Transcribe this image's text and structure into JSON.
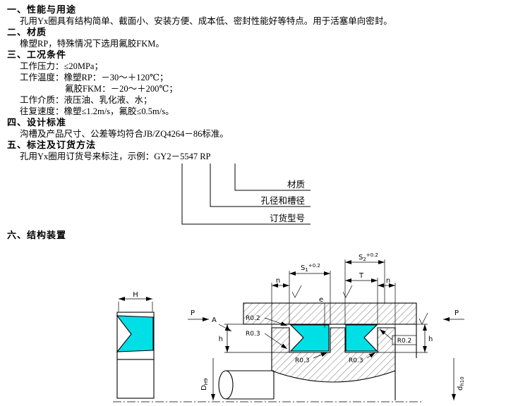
{
  "doc": {
    "s1": {
      "heading": "一、性能与用途",
      "body": "孔用Yx圈具有结构简单、截面小、安装方便、成本低、密封性能好等特点。用于活塞单向密封。"
    },
    "s2": {
      "heading": "二、材质",
      "body": "橡塑RP，特殊情况下选用氟胶FKM。"
    },
    "s3": {
      "heading": "三、工况条件",
      "line1": "工作压力：≤20MPa；",
      "line2": "工作温度：橡塑RP：－30～＋120℃；",
      "line3": "氟胶FKM：－20～＋200℃；",
      "line4": "工作介质：液压油、乳化液、水；",
      "line5": "往复速度：橡塑≤1.2m/s，氟胶≤0.5m/s。"
    },
    "s4": {
      "heading": "四、设计标准",
      "body": "沟槽及产品尺寸、公差等均符合JB/ZQ4264－86标准。"
    },
    "s5": {
      "heading": "五、标注及订货方法",
      "body": "孔用Yx圈用订货号来标注，示例：GY2－5547 RP",
      "callout1": "材质",
      "callout2": "孔径和槽径",
      "callout3": "订货型号"
    },
    "s6": {
      "heading": "六、结构装置"
    }
  },
  "diagram": {
    "seal_color": "#00dfe6",
    "H": "H",
    "S": "S",
    "S1_sub": "1",
    "S2_sub": "2",
    "tol": "+0.2",
    "T": "T",
    "n": "n",
    "e": "e",
    "h": "h",
    "A": "A",
    "P": "P",
    "R02": "R0.2",
    "R03": "R0.3",
    "D": "D",
    "D_tol": "H9",
    "d": "d",
    "d_tol": "h10"
  }
}
